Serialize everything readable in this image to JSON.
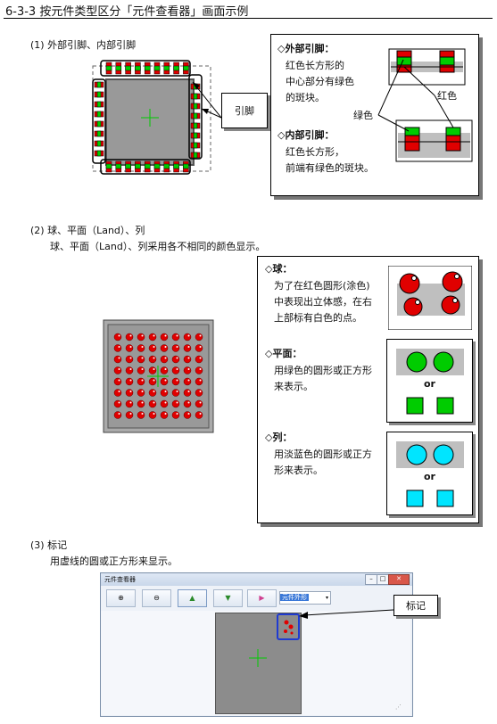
{
  "title": "6-3-3  按元件类型区分「元件查看器」画面示例",
  "section1": {
    "heading": "(1)  外部引脚、内部引脚",
    "callout": "引脚",
    "note_outer_title": "◇外部引脚：",
    "note_outer_lines": [
      "红色长方形的",
      "中心部分有绿色",
      "的斑块。"
    ],
    "note_inner_title": "◇内部引脚：",
    "note_inner_lines": [
      "红色长方形，",
      "前端有绿色的斑块。"
    ],
    "label_red": "红色",
    "label_green": "绿色"
  },
  "section2": {
    "heading": "(2)  球、平面（Land）、列",
    "subheading": "球、平面（Land）、列采用各不相同的颜色显示。",
    "ball_title": "◇球：",
    "ball_lines": [
      "为了在红色圆形(涂色)",
      "中表现出立体感，在右",
      "上部标有白色的点。"
    ],
    "land_title": "◇平面：",
    "land_lines": [
      "用绿色的圆形或正方形",
      "来表示。"
    ],
    "column_title": "◇列：",
    "column_lines": [
      "用淡蓝色的圆形或正方",
      "形来表示。"
    ],
    "or": "or"
  },
  "section3": {
    "heading": "(3)  标记",
    "subheading": "用虚线的圆或正方形来显示。",
    "window_title": "元件查看器",
    "dropdown_value": "元件外形",
    "callout": "标记"
  },
  "colors": {
    "red": "#e00000",
    "green": "#00cc00",
    "cyan": "#00e5ff",
    "gray": "#999999",
    "blue": "#1f3bd1"
  }
}
